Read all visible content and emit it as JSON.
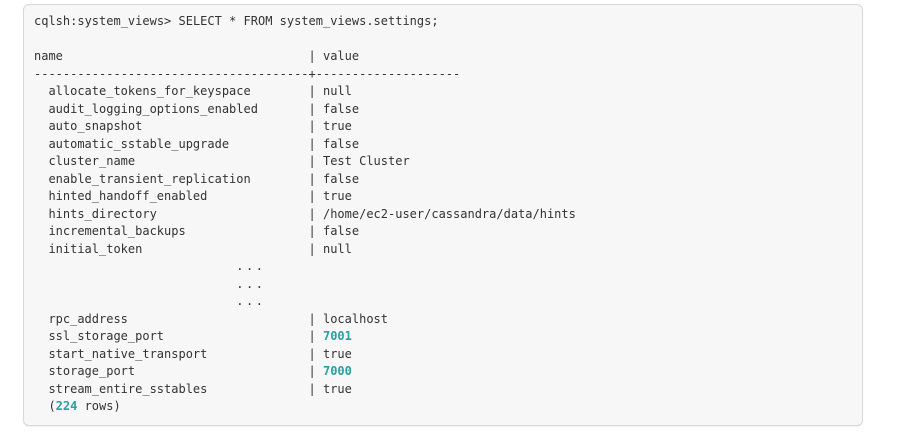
{
  "colors": {
    "text": "#333333",
    "accent_teal": "#2aa0a0",
    "box_background": "#f7f7f7",
    "box_border": "#d8d8d8",
    "page_background": "#ffffff"
  },
  "terminal": {
    "prompt_line": "cqlsh:system_views> SELECT * FROM system_views.settings;",
    "table": {
      "header": {
        "name": "name",
        "value": "value"
      },
      "pipe": "|",
      "separator": "--------------------------------------+--------------------",
      "ellipsis": "...",
      "rows": [
        {
          "name": "allocate_tokens_for_keyspace",
          "value": "null",
          "numeric": false
        },
        {
          "name": "audit_logging_options_enabled",
          "value": "false",
          "numeric": false
        },
        {
          "name": "auto_snapshot",
          "value": "true",
          "numeric": false
        },
        {
          "name": "automatic_sstable_upgrade",
          "value": "false",
          "numeric": false
        },
        {
          "name": "cluster_name",
          "value": "Test Cluster",
          "numeric": false
        },
        {
          "name": "enable_transient_replication",
          "value": "false",
          "numeric": false
        },
        {
          "name": "hinted_handoff_enabled",
          "value": "true",
          "numeric": false
        },
        {
          "name": "hints_directory",
          "value": "/home/ec2-user/cassandra/data/hints",
          "numeric": false
        },
        {
          "name": "incremental_backups",
          "value": "false",
          "numeric": false
        },
        {
          "name": "initial_token",
          "value": "null",
          "numeric": false
        },
        {
          "type": "ellipsis"
        },
        {
          "type": "ellipsis"
        },
        {
          "type": "ellipsis"
        },
        {
          "name": "rpc_address",
          "value": "localhost",
          "numeric": false
        },
        {
          "name": "ssl_storage_port",
          "value": "7001",
          "numeric": true
        },
        {
          "name": "start_native_transport",
          "value": "true",
          "numeric": false
        },
        {
          "name": "storage_port",
          "value": "7000",
          "numeric": true
        },
        {
          "name": "stream_entire_sstables",
          "value": "true",
          "numeric": false
        }
      ],
      "footer": {
        "prefix": "(",
        "count": "224",
        "suffix": " rows)"
      }
    }
  }
}
